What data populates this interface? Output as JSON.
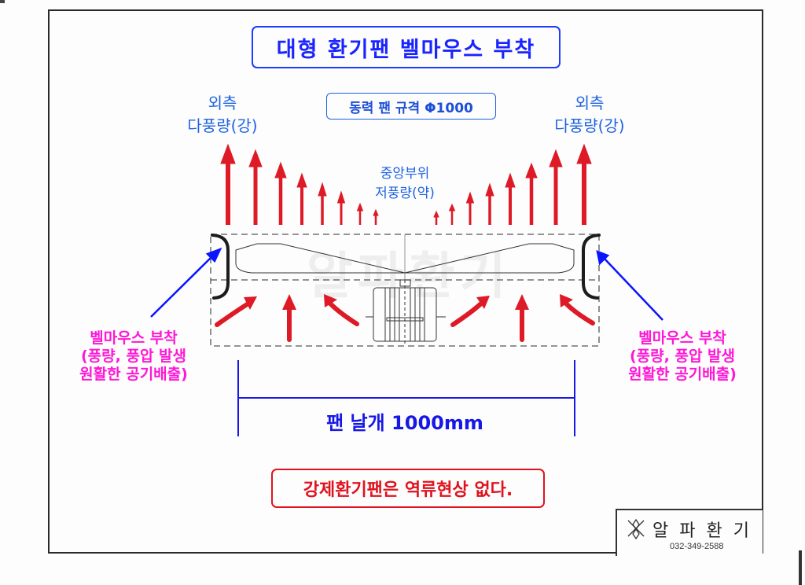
{
  "title": "대형 환기팬 벨마우스 부착",
  "spec_label": "동력 팬 규격 Φ1000",
  "outer_left": {
    "line1": "외측",
    "line2": "다풍량(강)"
  },
  "outer_right": {
    "line1": "외측",
    "line2": "다풍량(강)"
  },
  "center_label": {
    "line1": "중앙부위",
    "line2": "저풍량(약)"
  },
  "bellmouth_left": {
    "line1": "벨마우스 부착",
    "line2": "(풍량, 풍압 발생",
    "line3": "원활한 공기배출)"
  },
  "bellmouth_right": {
    "line1": "벨마우스 부착",
    "line2": "(풍량, 풍압 발생",
    "line3": "원활한 공기배출)"
  },
  "dimension_label": "팬 날개 1000mm",
  "warning": "강제환기팬은 역류현상 없다.",
  "watermark": "알파환기",
  "logo": {
    "name": "알파환기",
    "phone": "032-349-2588",
    "icon": "alpha-logo-icon"
  },
  "colors": {
    "title_blue": "#1a24ff",
    "label_blue": "#1e63e0",
    "arrow_red": "#dd1a26",
    "pointer_blue": "#0a14ff",
    "magenta": "#ff17d6",
    "warning_red": "#e0121d"
  }
}
